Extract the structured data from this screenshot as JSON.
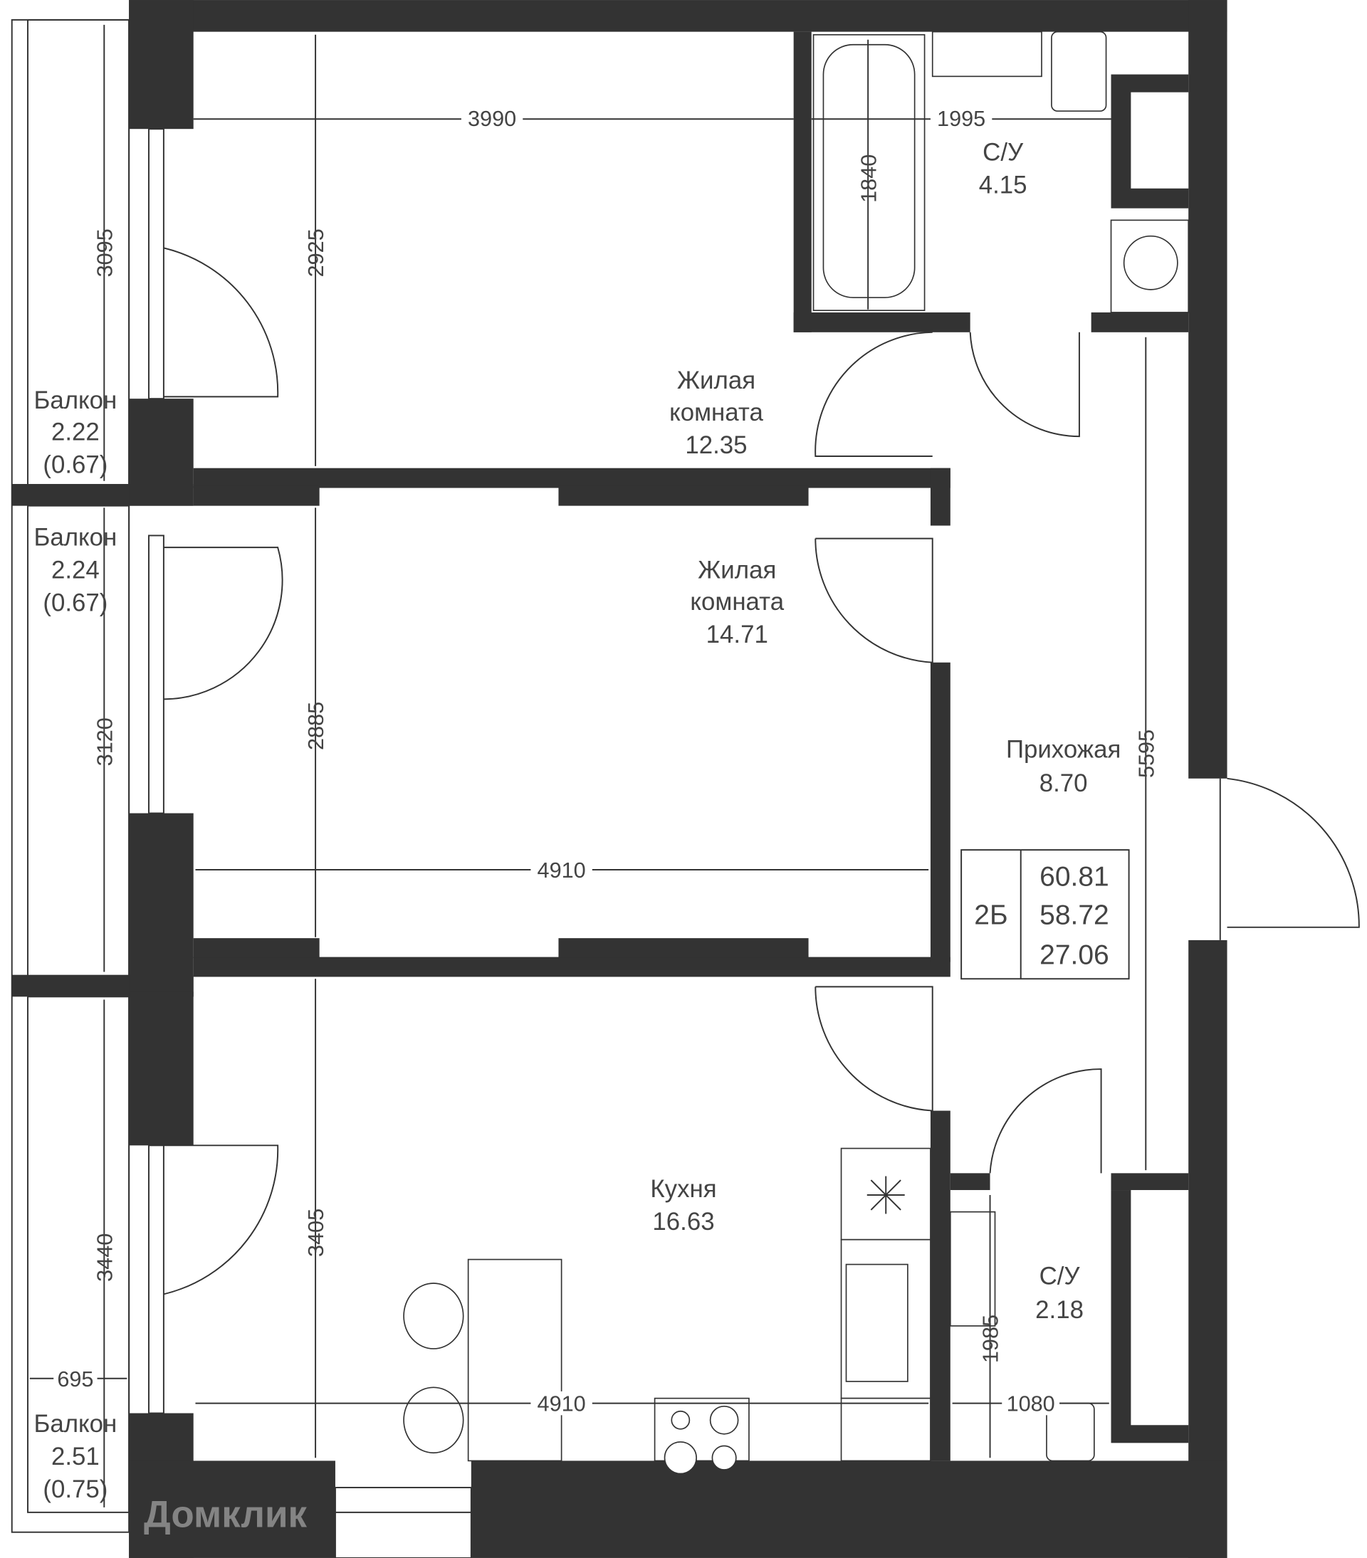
{
  "rooms": {
    "living1": {
      "name1": "Жилая",
      "name2": "комната",
      "area": "12.35"
    },
    "living2": {
      "name1": "Жилая",
      "name2": "комната",
      "area": "14.71"
    },
    "kitchen": {
      "name": "Кухня",
      "area": "16.63"
    },
    "hall": {
      "name": "Прихожая",
      "area": "8.70"
    },
    "bath1": {
      "name": "С/У",
      "area": "4.15"
    },
    "bath2": {
      "name": "С/У",
      "area": "2.18"
    },
    "balcony1": {
      "name": "Балкон",
      "area": "2.22",
      "reduced": "(0.67)"
    },
    "balcony2": {
      "name": "Балкон",
      "area": "2.24",
      "reduced": "(0.67)"
    },
    "balcony3": {
      "name": "Балкон",
      "area": "2.51",
      "reduced": "(0.75)"
    }
  },
  "dimensions": {
    "d3990": "3990",
    "d1995": "1995",
    "d1840": "1840",
    "d3095": "3095",
    "d2925": "2925",
    "d3120": "3120",
    "d2885": "2885",
    "d4910a": "4910",
    "d5595": "5595",
    "d3440": "3440",
    "d3405": "3405",
    "d695": "695",
    "d4910b": "4910",
    "d1080": "1080",
    "d1985": "1985"
  },
  "summary": {
    "type": "2Б",
    "total": "60.81",
    "living_total": "58.72",
    "living": "27.06"
  },
  "watermark": "Домклик"
}
